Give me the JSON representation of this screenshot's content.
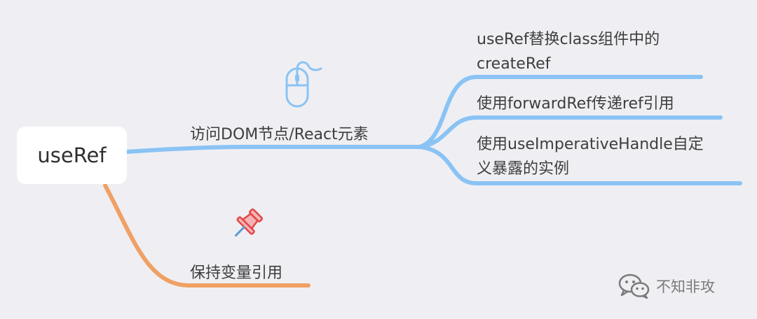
{
  "diagram": {
    "root": {
      "label": "useRef"
    },
    "branches": [
      {
        "label": "访问DOM节点/React元素",
        "color": "#8ac3f4",
        "icon": "mouse-icon",
        "children": [
          {
            "lines": [
              "useRef替换class组件中的",
              "createRef"
            ]
          },
          {
            "lines": [
              "使用forwardRef传递ref引用"
            ]
          },
          {
            "lines": [
              "使用useImperativeHandle自定",
              "义暴露的实例"
            ]
          }
        ]
      },
      {
        "label": "保持变量引用",
        "color": "#f0a064",
        "icon": "pushpin-icon",
        "children": []
      }
    ]
  },
  "watermark": {
    "icon": "wechat-icon",
    "text": "不知非攻"
  }
}
